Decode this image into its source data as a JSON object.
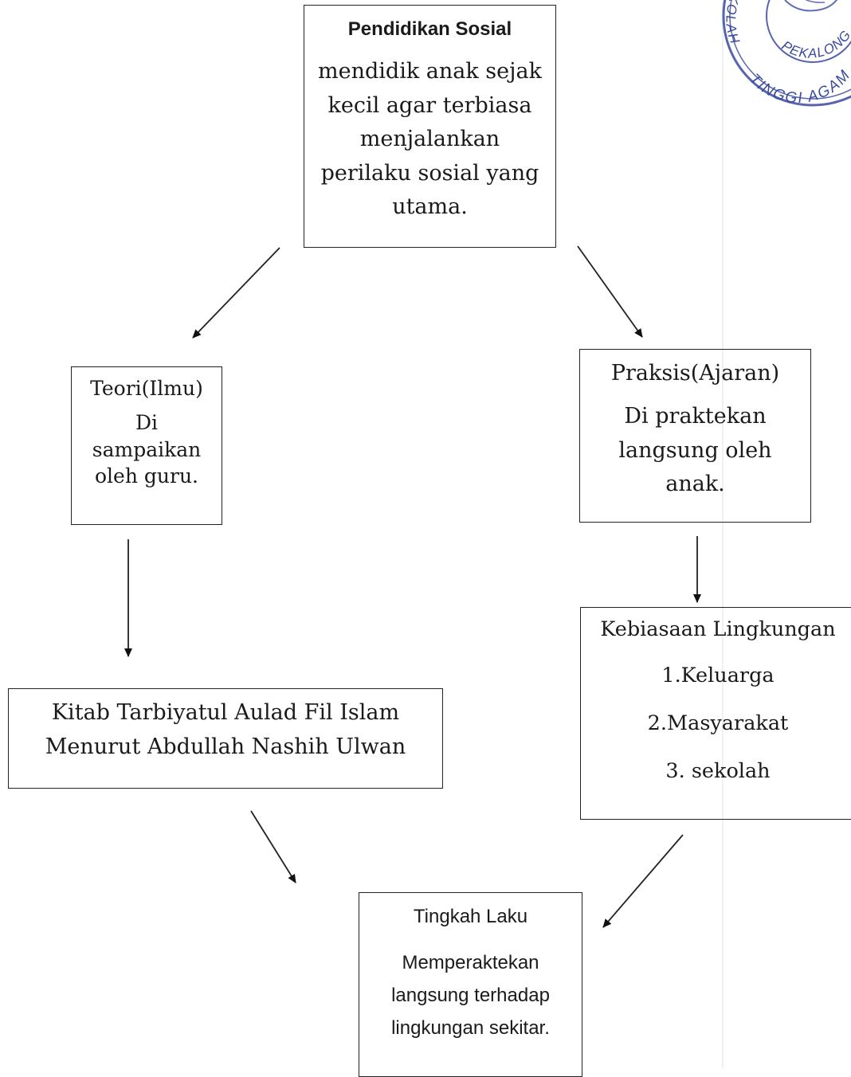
{
  "nodes": {
    "pendidikan_sosial": {
      "title": "Pendidikan Sosial",
      "lines": [
        "mendidik anak  sejak",
        "kecil agar terbiasa",
        "menjalankan",
        "perilaku sosial yang",
        "utama."
      ]
    },
    "teori": {
      "title": "Teori(Ilmu)",
      "lines": [
        "Di",
        "sampaikan",
        "oleh guru."
      ]
    },
    "praksis": {
      "title": "Praksis(Ajaran)",
      "lines": [
        "Di praktekan",
        "langsung oleh",
        "anak."
      ]
    },
    "kitab": {
      "lines": [
        "Kitab Tarbiyatul Aulad Fil Islam",
        "Menurut Abdullah Nashih Ulwan"
      ]
    },
    "kebiasaan": {
      "title": "Kebiasaan Lingkungan",
      "items": [
        "1.Keluarga",
        "2.Masyarakat",
        "3. sekolah"
      ]
    },
    "tingkah_laku": {
      "title": "Tingkah Laku",
      "lines": [
        "Memperaktekan",
        "langsung terhadap",
        "lingkungan sekitar."
      ]
    }
  },
  "stamp": {
    "text_top": "EKOLAH",
    "text_right": "PEKALONG",
    "text_bottom": "TINGGI AGAM"
  },
  "colors": {
    "ink": "#1a1a1a",
    "stamp_blue": "#3a4aa0"
  }
}
